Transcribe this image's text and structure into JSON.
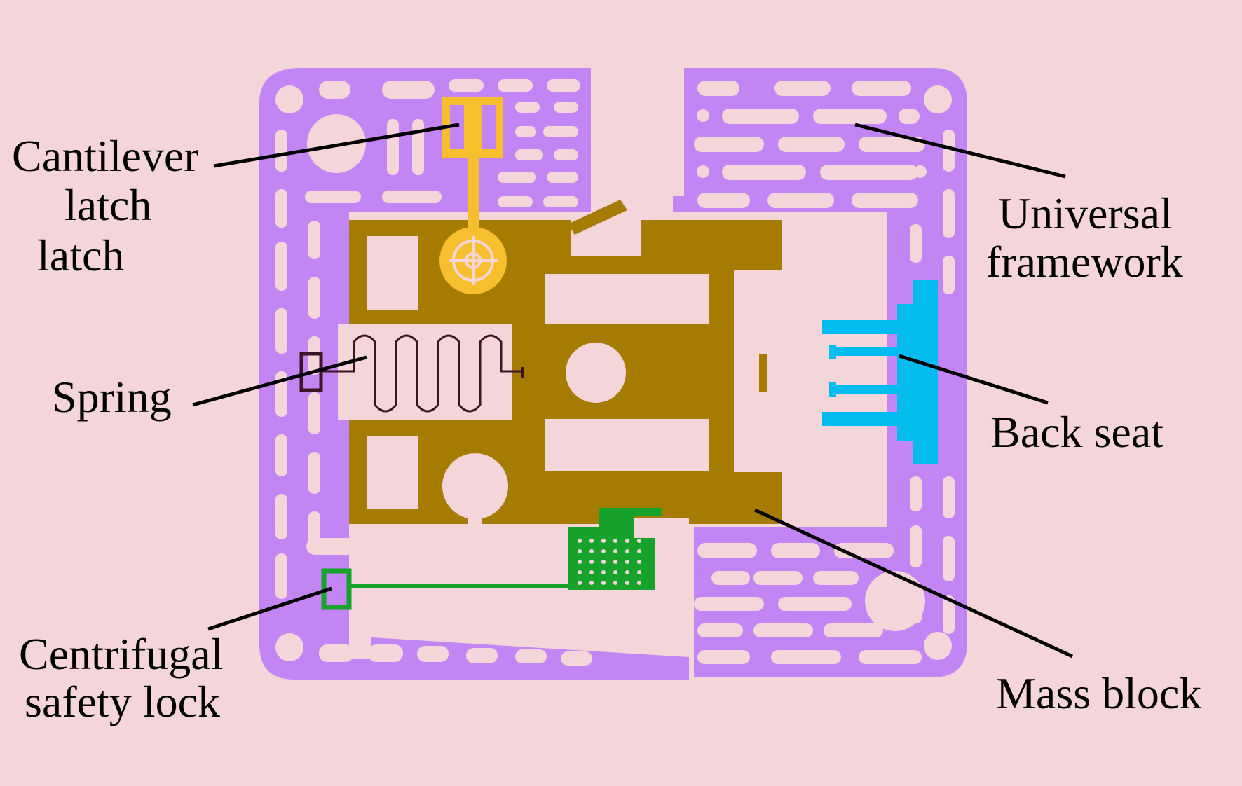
{
  "colors": {
    "background": "#f4d6da",
    "framework": "#c285f3",
    "framework_holes": "#f4d6da",
    "mass_block": "#a57c00",
    "cantilever_latch": "#f7bf2e",
    "spring": "#3c1426",
    "back_seat": "#00bcef",
    "centrifugal_lock": "#17a32b",
    "labels": "#000000"
  },
  "labels": {
    "cantilever_line1": "Cantilever",
    "cantilever_line2": "latch",
    "cantilever_line3": "latch",
    "spring": "Spring",
    "centrifugal_line1": "Centrifugal",
    "centrifugal_line2": "safety lock",
    "universal_line1": "Universal",
    "universal_line2": "framework",
    "back_seat": "Back seat",
    "mass_block": "Mass block"
  }
}
